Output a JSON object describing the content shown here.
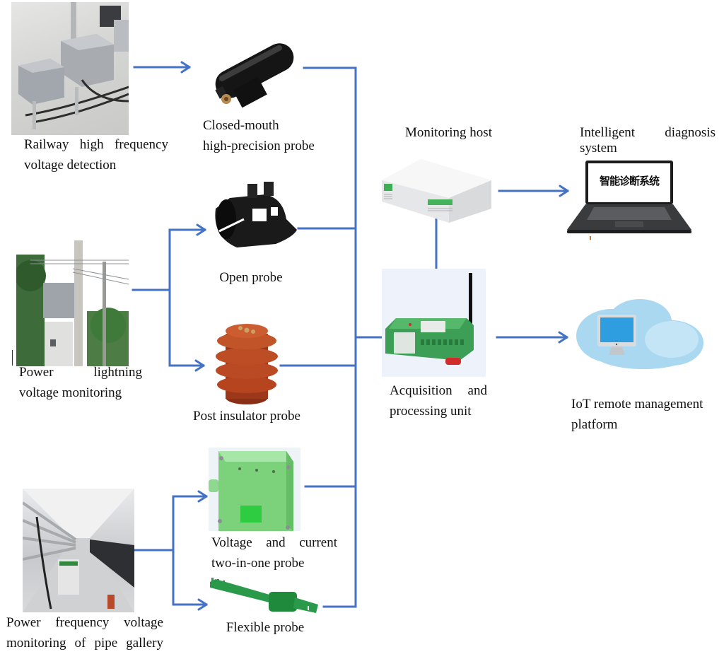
{
  "diagram": {
    "scenarios": [
      {
        "id": "railway",
        "label_line1": "Railway high frequency",
        "label_line2": "voltage detection",
        "image": "railway-equipment-photo"
      },
      {
        "id": "power-lightning",
        "label_line1": "Power lightning",
        "label_line2": "voltage monitoring",
        "image": "utility-pole-transformer-photo"
      },
      {
        "id": "pipe-gallery",
        "label_line1": "Power frequency voltage",
        "label_line2": "monitoring of pipe gallery",
        "image": "pipe-gallery-tunnel-photo"
      }
    ],
    "probes": [
      {
        "id": "closed-mouth",
        "label_line1": "Closed-mouth",
        "label_line2": "high-precision probe",
        "source": "railway"
      },
      {
        "id": "open",
        "label_line1": "Open probe",
        "source": "power-lightning"
      },
      {
        "id": "post-insulator",
        "label_line1": "Post insulator probe",
        "source": "power-lightning"
      },
      {
        "id": "voltage-current",
        "label_line1": "Voltage and current",
        "label_line2": "two-in-one probe",
        "source": "pipe-gallery"
      },
      {
        "id": "flexible",
        "label_line1": "Flexible probe",
        "source": "pipe-gallery"
      }
    ],
    "acquisition_unit": {
      "label_line1": "Acquisition and",
      "label_line2": "processing unit"
    },
    "monitoring_host": {
      "label": "Monitoring host"
    },
    "diagnosis_system": {
      "label_line1": "Intelligent diagnosis",
      "label_line2": "system",
      "screen_text": "智能诊断系统"
    },
    "iot_platform": {
      "label_line1": "IoT remote management",
      "label_line2": "platform"
    },
    "connections": [
      {
        "from": "railway",
        "to": "closed-mouth",
        "arrow": true
      },
      {
        "from": "power-lightning",
        "to": "open",
        "arrow": true
      },
      {
        "from": "power-lightning",
        "to": "post-insulator",
        "arrow": true
      },
      {
        "from": "pipe-gallery",
        "to": "voltage-current",
        "arrow": true
      },
      {
        "from": "pipe-gallery",
        "to": "flexible",
        "arrow": true
      },
      {
        "from": "all-probes",
        "to": "acquisition-unit",
        "arrow": false
      },
      {
        "from": "acquisition-unit",
        "to": "monitoring-host",
        "arrow": false
      },
      {
        "from": "monitoring-host",
        "to": "diagnosis-system",
        "arrow": true
      },
      {
        "from": "acquisition-unit",
        "to": "iot-platform",
        "arrow": true
      }
    ],
    "colors": {
      "connector": "#4472c4",
      "insulator": "#b5441f",
      "probe_green": "#7fd67f",
      "unit_green": "#3fa05a",
      "cloud": "#a9d8f0"
    }
  }
}
